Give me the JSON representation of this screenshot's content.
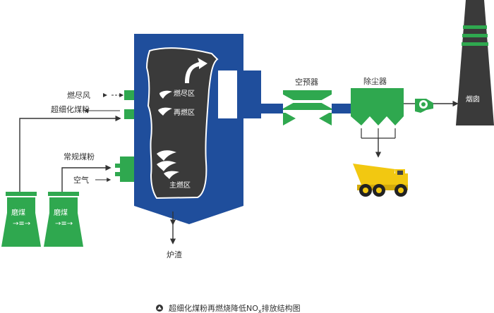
{
  "labels": {
    "burnout_air": "燃尽风",
    "ultrafine_coal": "超细化煤粉",
    "regular_coal": "常规煤粉",
    "air": "空气",
    "mill_1": "磨煤",
    "mill_2": "磨煤",
    "burnout_zone": "燃尽区",
    "reburn_zone": "再燃区",
    "main_zone": "主燃区",
    "slag": "炉渣",
    "air_preheater": "空预器",
    "dust_collector": "除尘器",
    "chimney": "烟囱"
  },
  "caption": {
    "text_before": "超细化煤粉再燃烧降低NO",
    "subscript": "x",
    "text_after": "排放结构图"
  },
  "colors": {
    "furnace_blue": "#1f4e9c",
    "equipment_green": "#2fa84f",
    "flame_dark": "#3a3a3a",
    "arrow": "#333333",
    "truck_yellow": "#f2c811"
  }
}
